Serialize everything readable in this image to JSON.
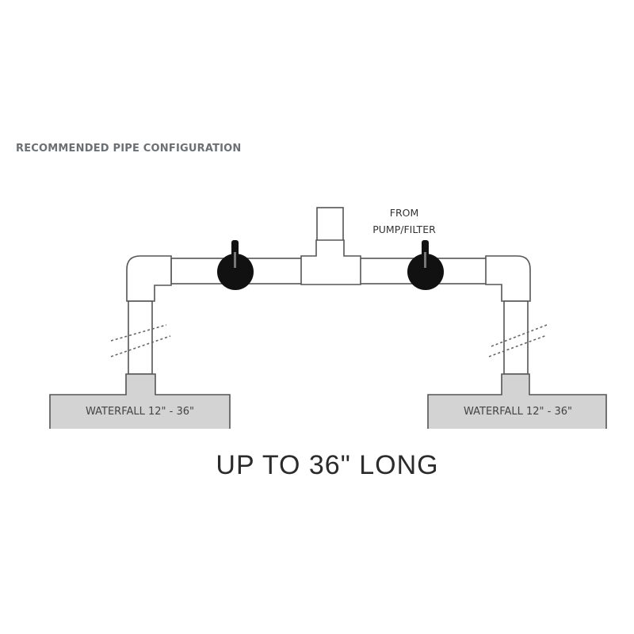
{
  "title": "RECOMMENDED PIPE CONFIGURATION",
  "inlet_label": {
    "line1": "FROM",
    "line2": "PUMP/FILTER"
  },
  "waterfalls": [
    {
      "label": "WATERFALL 12\" - 36\""
    },
    {
      "label": "WATERFALL 12\" - 36\""
    }
  ],
  "length_note": "UP TO 36\" LONG",
  "colors": {
    "pipe_stroke": "#555555",
    "waterfall_fill": "#d3d3d3",
    "valve": "#111111",
    "title": "#6b7075"
  }
}
